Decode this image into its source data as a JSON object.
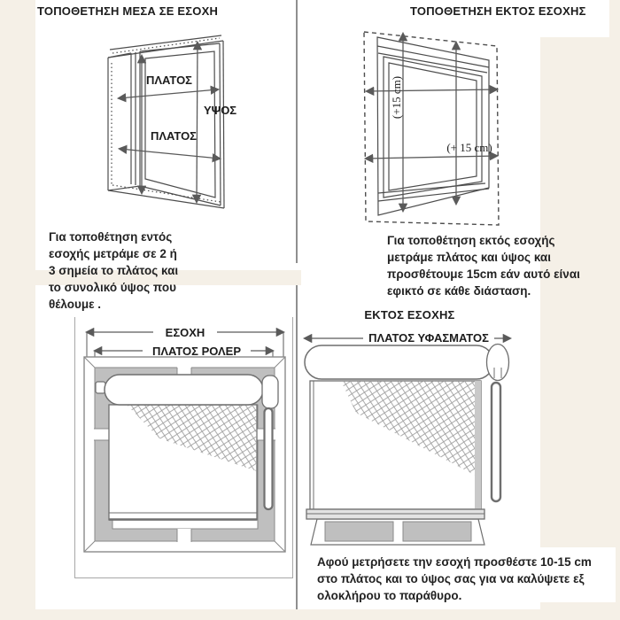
{
  "colors": {
    "background": "#f5f0e7",
    "panel": "#ffffff",
    "line": "#4d4d4d",
    "arrow": "#5a5a5a",
    "gray_fill": "#bfbfbf",
    "text": "#222222"
  },
  "top_left": {
    "title": "ΤΟΠΟΘΕΤΗΣΗ ΜΕΣΑ ΣΕ ΕΣΟΧΗ",
    "label_width_top": "ΠΛΑΤΟΣ",
    "label_width_bottom": "ΠΛΑΤΟΣ",
    "label_height": "ΥΨΟΣ",
    "description": "Για τοποθέτηση εντός\nεσοχής μετράμε σε 2 ή\n3 σημεία το πλάτος και\nτο συνολικό ύψος που\nθέλουμε ."
  },
  "top_right": {
    "title": "ΤΟΠΟΘΕΤΗΣΗ ΕΚΤΟΣ ΕΣΟΧΗΣ",
    "label_height_plus": "(+15 cm)",
    "label_width_plus": "(+ 15 cm)",
    "description": "Για   τοποθέτηση εκτός εσοχής\nμετράμε πλάτος και ύψος και\nπροσθέτουμε 15cm εάν αυτό είναι\nεφικτό σε κάθε διάσταση."
  },
  "bottom_left": {
    "label_recess": "ΕΣΟΧΗ",
    "label_roller_width": "ΠΛΑΤΟΣ ΡΟΛΕΡ"
  },
  "bottom_right": {
    "title": "ΕΚΤΟΣ ΕΣΟΧΗΣ",
    "label_fabric_width": "ΠΛΑΤΟΣ ΥΦΑΣΜΑΤΟΣ",
    "description": "Αφού μετρήσετε την εσοχή προσθέστε 10-15 cm\nστο πλάτος και το ύψος σας για να καλύψετε εξ\nολοκλήρου το παράθυρο."
  }
}
